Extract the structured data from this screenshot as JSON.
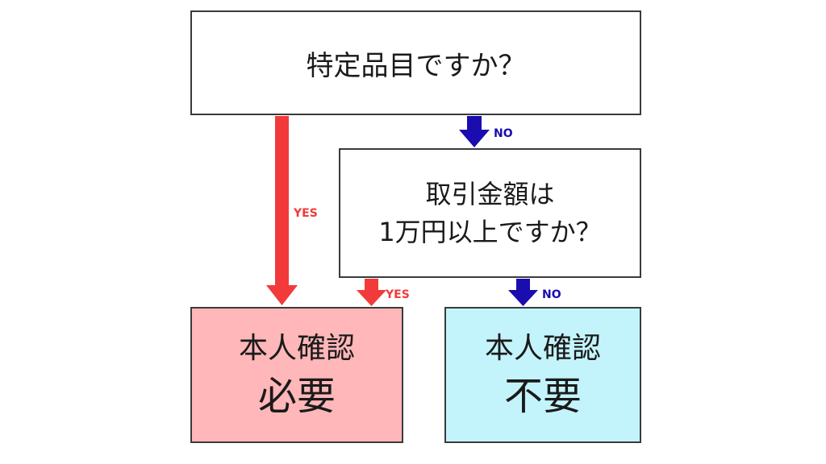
{
  "question1": {
    "text": "特定品目ですか？"
  },
  "question2": {
    "line1": "取引金額は",
    "line2": "1万円以上ですか？"
  },
  "result_required": {
    "line1": "本人確認",
    "line2": "必要"
  },
  "result_not_required": {
    "line1": "本人確認",
    "line2": "不要"
  },
  "labels": {
    "yes": "YES",
    "no": "NO"
  },
  "colors": {
    "yes_arrow": "#f33a3a",
    "no_arrow": "#1a0cae",
    "required_fill": "#ffb7b9",
    "not_required_fill": "#c4f4fb"
  }
}
